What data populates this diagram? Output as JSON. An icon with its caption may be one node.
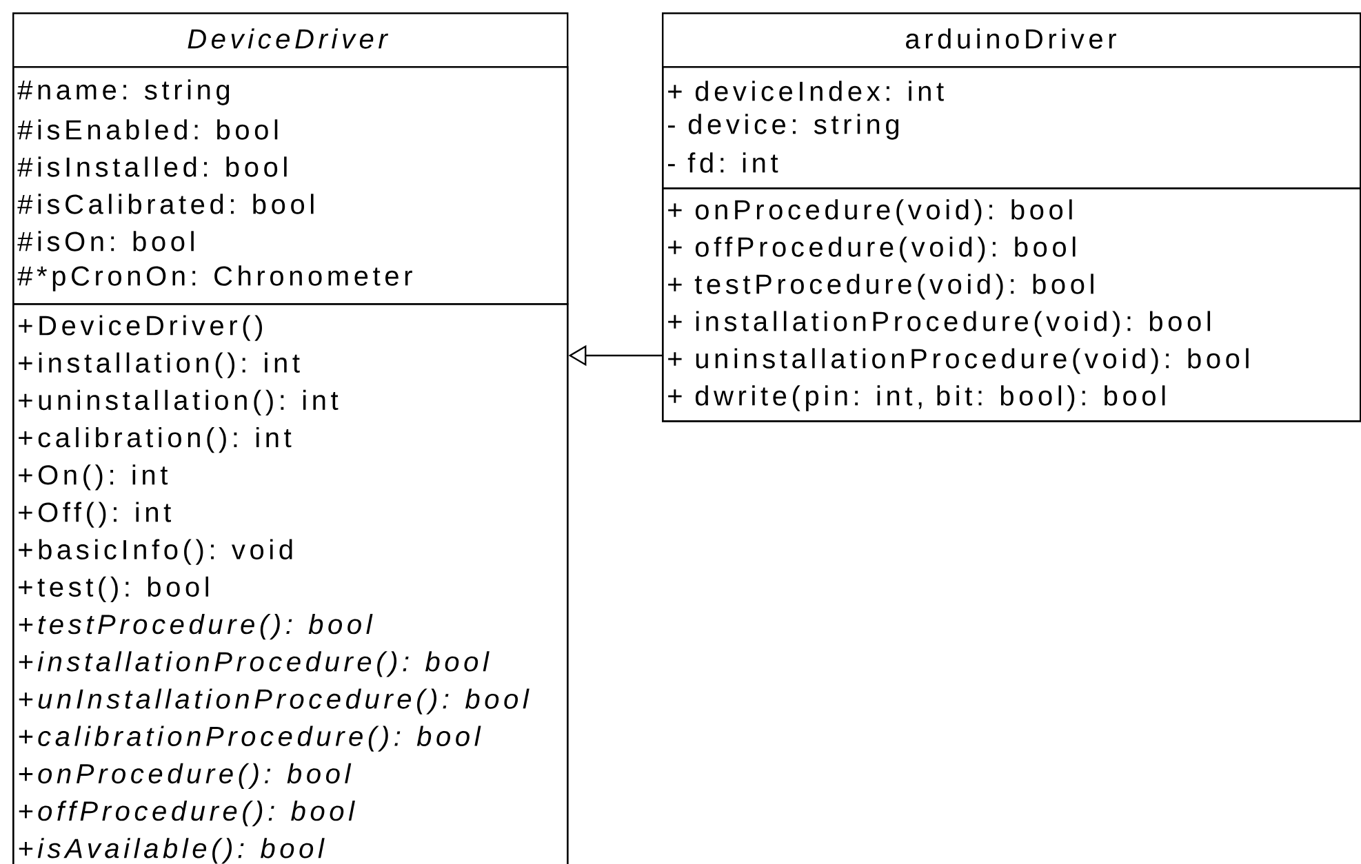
{
  "diagram": {
    "nodes": [
      {
        "text": [
          "*DeviceDriver*"
        ]
      },
      {
        "text": [
          "#name: string",
          "#isEnabled: bool",
          "#isInstalled: bool",
          "#isCalibrated: bool",
          "#isOn: bool",
          "#*pCronOn: Chronometer"
        ],
        "in": 0
      },
      {
        "text": [
          "+DeviceDriver()",
          "+installation(): int",
          "+uninstallation(): int",
          "+calibration(): int",
          "+On(): int",
          "+Off(): int",
          "+basicInfo(): void",
          "+test(): bool",
          "*+testProcedure(): bool*",
          "*+installationProcedure(): bool*",
          "*+unInstallationProcedure(): bool*",
          "*+calibrationProcedure(): bool*",
          "*+onProcedure(): bool*",
          "*+offProcedure(): bool*",
          "*+isAvailable(): bool*"
        ],
        "in": 0
      },
      {
        "text": [
          "arduinoDriver"
        ]
      },
      {
        "text": [
          "+ deviceIndex: int",
          "- device: string",
          "- fd: int"
        ],
        "in": 3
      },
      {
        "text": [
          "+ onProcedure(void): bool",
          "+ offProcedure(void): bool",
          "+ testProcedure(void): bool",
          "+ installationProcedure(void): bool",
          "+ uninstallationProcedure(void): bool",
          "+ dwrite(pin: int, bit: bool): bool"
        ],
        "in": 3
      }
    ],
    "edges": [
      {
        "from": 3,
        "to": 0,
        "arrow": "to"
      }
    ]
  }
}
